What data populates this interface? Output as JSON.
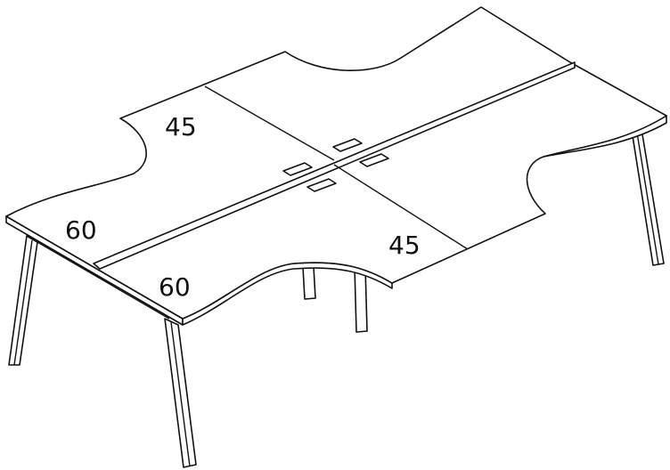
{
  "diagram": {
    "labels": {
      "back_left_desk": "45",
      "left_desk": "60",
      "front_desk": "60",
      "right_desk": "45"
    },
    "line_color": "#111111"
  }
}
